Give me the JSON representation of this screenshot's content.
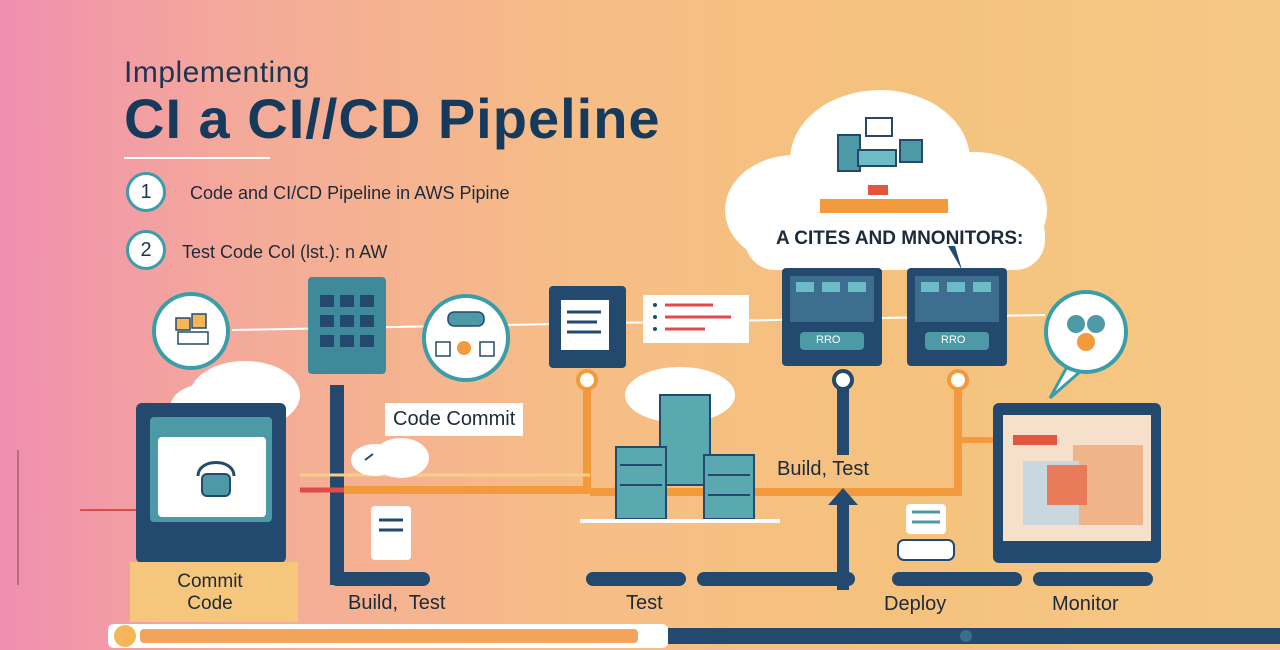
{
  "header": {
    "subtitle": "Implementing",
    "title": "CI a CI//CD Pipeline"
  },
  "steps": [
    {
      "number": "1",
      "text": "Code and CI/CD Pipeline in AWS Pipine"
    },
    {
      "number": "2",
      "text": "Test Code Col (lst.): n AW"
    }
  ],
  "cloud": {
    "label": "A CITES AND MNONITORS:"
  },
  "labels": {
    "code_commit_box": "Code Commit",
    "build_test_mid": "Build, Test",
    "screen_badge": "RRO"
  },
  "stages": [
    {
      "label": "Commit\nCode"
    },
    {
      "label": "Build,  Test"
    },
    {
      "label": "Test"
    },
    {
      "label": "Deploy"
    },
    {
      "label": "Monitor"
    }
  ],
  "colors": {
    "navy": "#234a6e",
    "teal": "#3a9ea8",
    "orange": "#f29a3c",
    "white": "#ffffff"
  }
}
